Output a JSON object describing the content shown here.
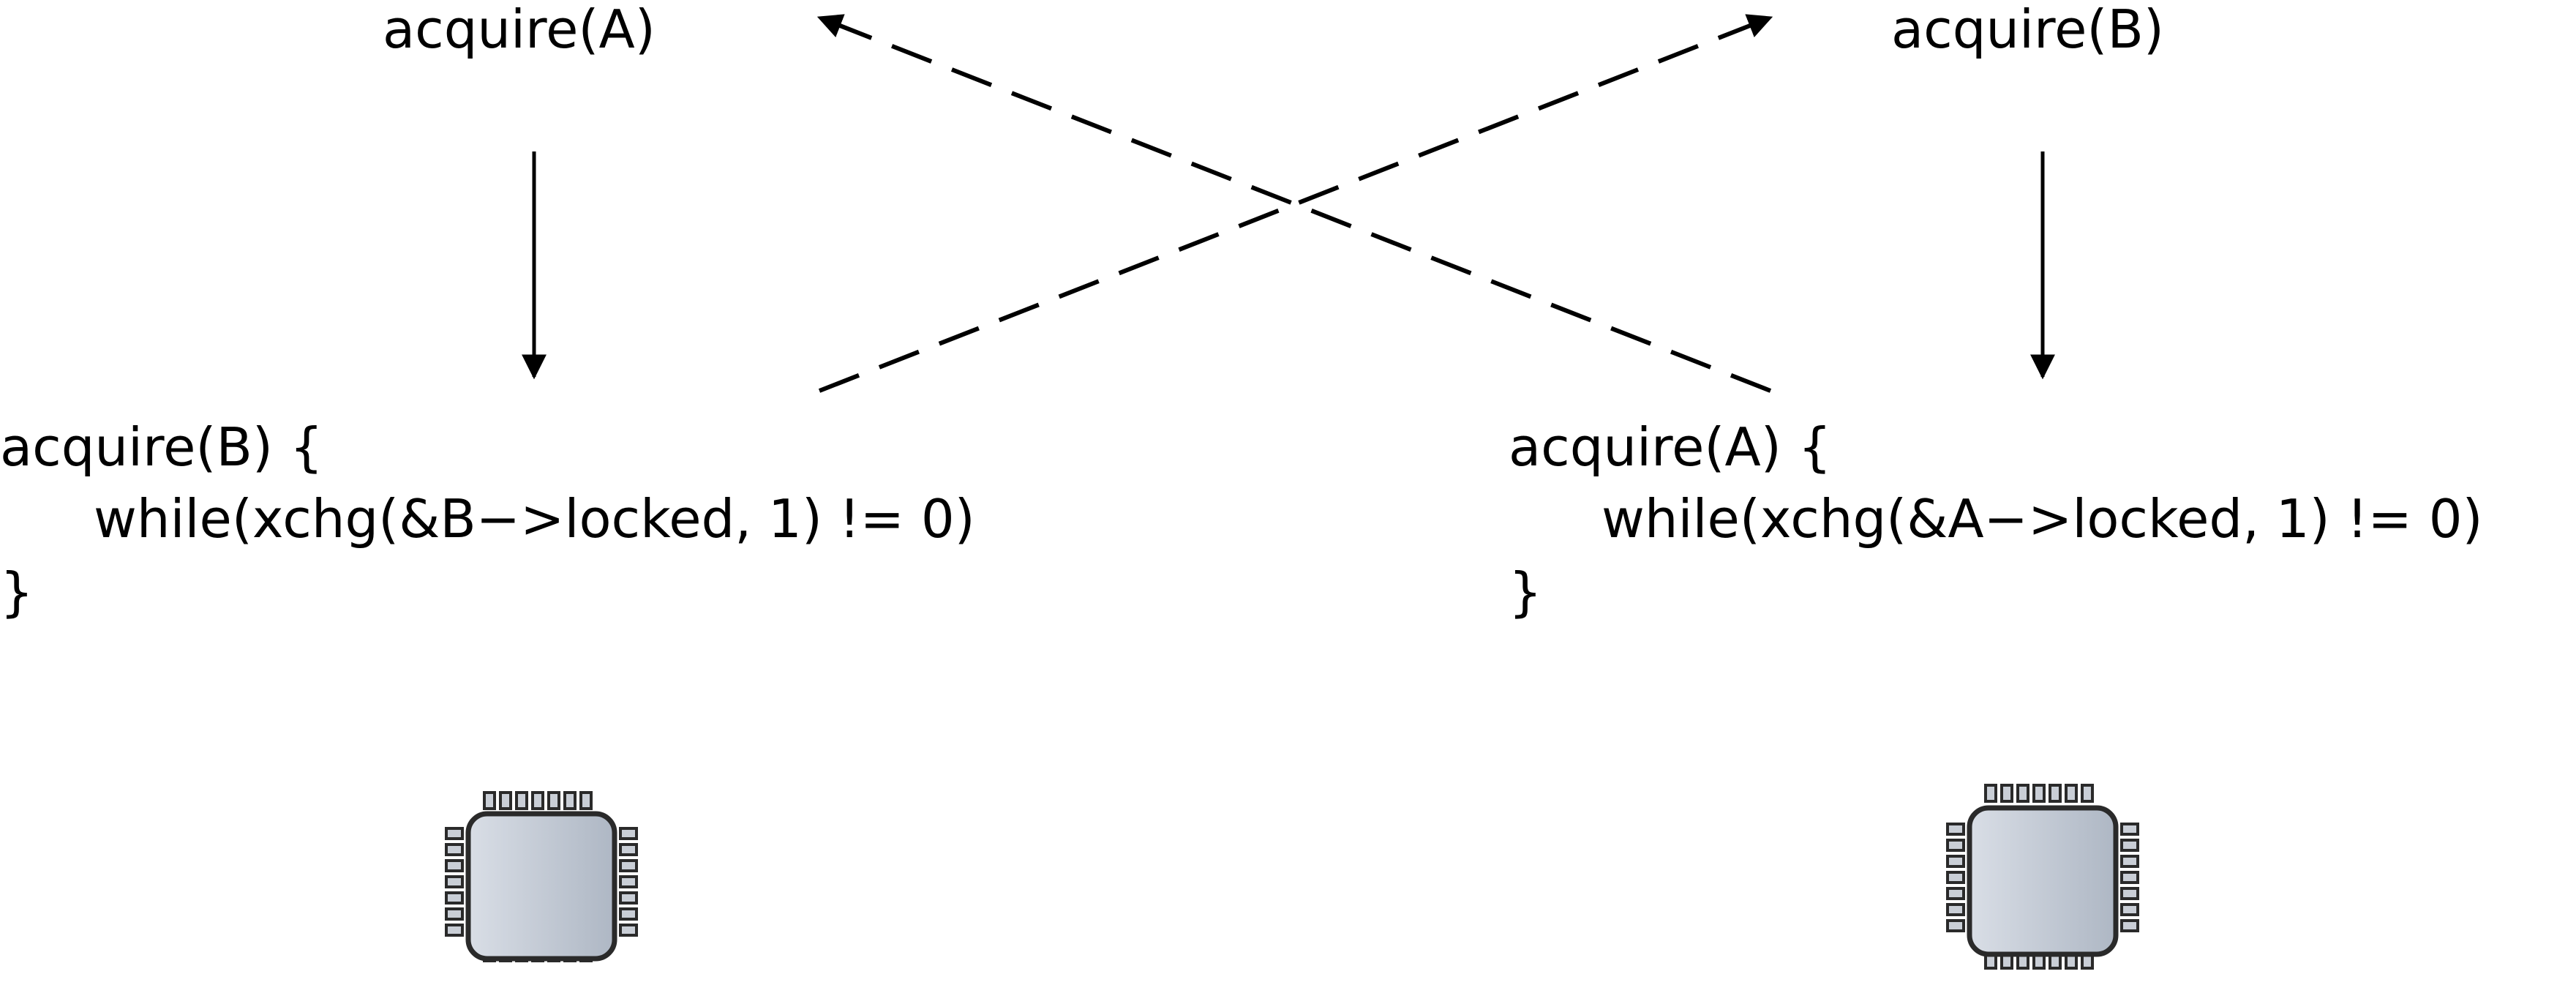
{
  "cpu_left": {
    "top_label": "acquire(A)",
    "code": [
      "acquire(B) {",
      "while(xchg(&B−>locked, 1) != 0)",
      "}"
    ]
  },
  "cpu_right": {
    "top_label": "acquire(B)",
    "code": [
      "acquire(A) {",
      "while(xchg(&A−>locked, 1) != 0)",
      "}"
    ]
  },
  "icons": {
    "processor": "cpu-chip-icon"
  },
  "colors": {
    "chip_fill_light": "#D9DEE6",
    "chip_fill_dark": "#AEB7C4",
    "chip_stroke": "#2A2A2A",
    "pin_fill": "#C9CED6"
  }
}
